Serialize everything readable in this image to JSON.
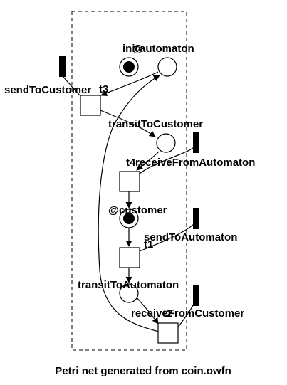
{
  "diagram": {
    "caption": "Petri net generated from coin.owfn",
    "places": {
      "automaton": {
        "label": "automaton",
        "prefix": "init",
        "tokens": 0
      },
      "transit_to_customer": {
        "label": "transitToCustomer",
        "tokens": 0
      },
      "customer": {
        "label": "customer",
        "prefix": "@",
        "tokens": 1
      },
      "transit_to_automaton": {
        "label": "transitToAutomaton",
        "tokens": 0
      },
      "automaton_marked": {
        "label": "@",
        "tokens": 1
      }
    },
    "transitions": {
      "t3": {
        "label": "t3"
      },
      "t4": {
        "label": "t4"
      },
      "t1": {
        "label": "t1"
      },
      "t2": {
        "label": "t2"
      }
    },
    "interface_ports": {
      "send_to_customer": {
        "label": "sendToCustomer"
      },
      "receive_from_automaton": {
        "label": "receiveFromAutomaton"
      },
      "send_to_automaton": {
        "label": "sendToAutomaton"
      },
      "receive_from_customer": {
        "label": "receiveFromCustomer"
      }
    },
    "colors": {
      "stroke": "#000000",
      "background": "#ffffff",
      "token": "#000000"
    }
  }
}
